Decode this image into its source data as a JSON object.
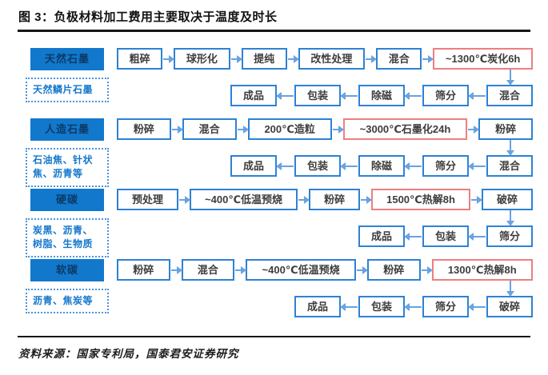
{
  "title": "图 3：负极材料加工费用主要取决于温度及时长",
  "footer": {
    "source": "资料来源：国家专利局，国泰君安证券研究"
  },
  "colors": {
    "category_fill_blue": "#1278cc",
    "category_text_navy": "#0c3a66",
    "box_border_blue": "#2e82d4",
    "highlight_border_red": "#ec7f81",
    "arrow_blue": "#6aa2e0",
    "materials_text_blue": "#1377cc",
    "box_text_gray": "#3d3d3d",
    "rule_black": "#161616"
  },
  "rows": [
    {
      "category": "天然石墨",
      "materials": "天然鳞片石墨",
      "top": [
        {
          "label": "粗碎",
          "highlight": false
        },
        {
          "label": "球形化",
          "highlight": false
        },
        {
          "label": "提纯",
          "highlight": false
        },
        {
          "label": "改性处理",
          "highlight": false
        },
        {
          "label": "混合",
          "highlight": false
        },
        {
          "label": "~1300℃炭化6h",
          "highlight": true
        }
      ],
      "bottom": [
        {
          "label": "成品"
        },
        {
          "label": "包装"
        },
        {
          "label": "除磁"
        },
        {
          "label": "筛分"
        },
        {
          "label": "混合"
        }
      ]
    },
    {
      "category": "人造石墨",
      "materials": "石油焦、针状焦、沥青等",
      "top": [
        {
          "label": "粉碎",
          "highlight": false
        },
        {
          "label": "混合",
          "highlight": false
        },
        {
          "label": "200℃造粒",
          "highlight": false
        },
        {
          "label": "~3000℃石墨化24h",
          "highlight": true
        },
        {
          "label": "粉碎",
          "highlight": false
        }
      ],
      "bottom": [
        {
          "label": "成品"
        },
        {
          "label": "包装"
        },
        {
          "label": "除磁"
        },
        {
          "label": "筛分"
        },
        {
          "label": "混合"
        }
      ]
    },
    {
      "category": "硬碳",
      "materials": "炭黑、沥青、树脂、生物质",
      "top": [
        {
          "label": "预处理",
          "highlight": false
        },
        {
          "label": "~400℃低温预烧",
          "highlight": false
        },
        {
          "label": "粉碎",
          "highlight": false
        },
        {
          "label": "1500℃热解8h",
          "highlight": true
        },
        {
          "label": "破碎",
          "highlight": false
        }
      ],
      "bottom": [
        {
          "label": "成品"
        },
        {
          "label": "包装"
        },
        {
          "label": "筛分"
        }
      ]
    },
    {
      "category": "软碳",
      "materials": "沥青、焦炭等",
      "top": [
        {
          "label": "粉碎",
          "highlight": false
        },
        {
          "label": "混合",
          "highlight": false
        },
        {
          "label": "~400℃低温预烧",
          "highlight": false
        },
        {
          "label": "粉碎",
          "highlight": false
        },
        {
          "label": "1300℃热解8h",
          "highlight": true
        }
      ],
      "bottom": [
        {
          "label": "成品"
        },
        {
          "label": "包装"
        },
        {
          "label": "筛分"
        },
        {
          "label": "破碎"
        }
      ]
    }
  ]
}
